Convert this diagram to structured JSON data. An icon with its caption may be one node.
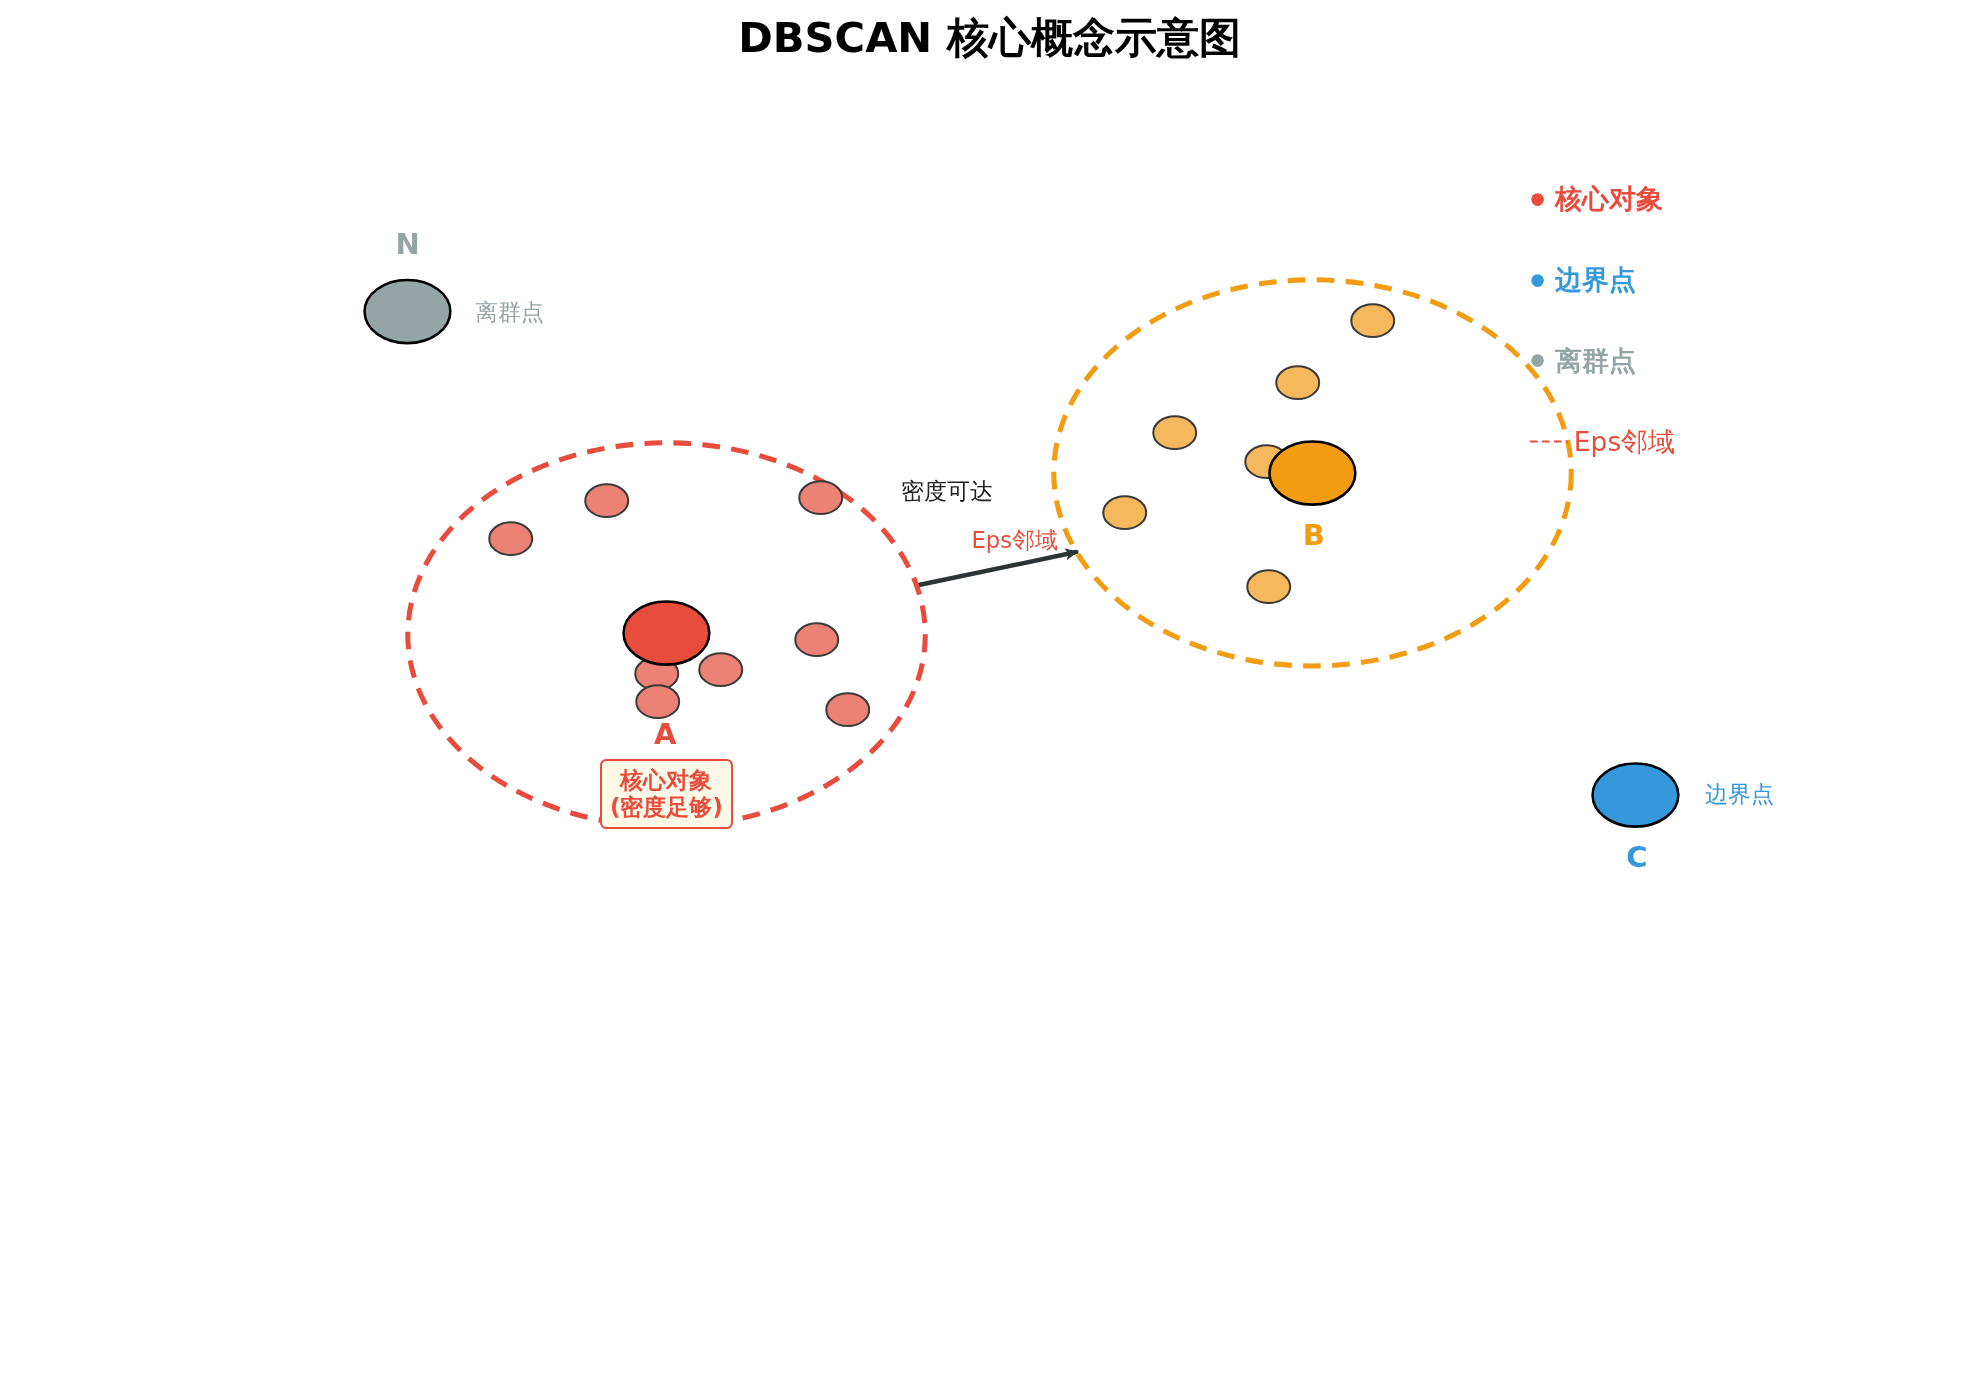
{
  "diagram": {
    "title": "DBSCAN 核心概念示意图",
    "nodes": [
      {
        "text": [],
        "shape": "circle"
      },
      {
        "text": [
          "A"
        ],
        "in": 0
      },
      {
        "text": [],
        "shape": "circle",
        "in": 0
      },
      {
        "text": [],
        "shape": "circle",
        "in": 0
      },
      {
        "text": [],
        "shape": "circle",
        "in": 0
      },
      {
        "text": [],
        "shape": "circle",
        "in": 0
      },
      {
        "text": [],
        "shape": "circle",
        "in": 0
      },
      {
        "text": [],
        "shape": "circle",
        "in": 0
      },
      {
        "text": [],
        "shape": "circle",
        "in": 0
      },
      {
        "text": [],
        "shape": "circle",
        "in": 0
      },
      {
        "text": [
          "核心对象 (密度足够)"
        ],
        "in": 0
      },
      {
        "text": [],
        "shape": "circle"
      },
      {
        "text": [
          "B"
        ],
        "in": 11
      },
      {
        "text": [],
        "shape": "circle",
        "in": 11
      },
      {
        "text": [],
        "shape": "circle",
        "in": 11
      },
      {
        "text": [],
        "shape": "circle",
        "in": 11
      },
      {
        "text": [],
        "shape": "circle",
        "in": 11
      },
      {
        "text": [],
        "shape": "circle",
        "in": 11
      },
      {
        "text": [],
        "shape": "circle",
        "in": 11
      },
      {
        "text": [
          "N"
        ],
        "beside": [
          "离群点"
        ]
      },
      {
        "text": [
          "C"
        ],
        "beside": [
          "边界点"
        ]
      }
    ],
    "edges": [
      {
        "from": 0,
        "to": 11,
        "arrow": "to",
        "label": "密度可达"
      }
    ],
    "labels": [
      "Eps邻域"
    ],
    "legend": [
      {
        "text": "核心对象",
        "color": "#e74c3c"
      },
      {
        "text": "边界点",
        "color": "#3498db"
      },
      {
        "text": "离群点",
        "color": "#95a5a6"
      },
      {
        "text": "Eps邻域"
      }
    ]
  }
}
